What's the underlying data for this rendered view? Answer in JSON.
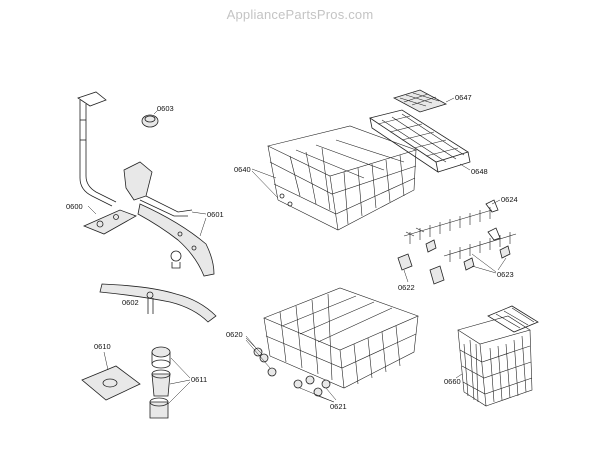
{
  "watermark": "AppliancePartsPros.com",
  "part_labels": {
    "p0603": "0603",
    "p0600": "0600",
    "p0601": "0601",
    "p0602": "0602",
    "p0610": "0610",
    "p0611": "0611",
    "p0640": "0640",
    "p0647": "0647",
    "p0648": "0648",
    "p0624": "0624",
    "p0623": "0623",
    "p0622": "0622",
    "p0620": "0620",
    "p0621": "0621",
    "p0660": "0660"
  }
}
